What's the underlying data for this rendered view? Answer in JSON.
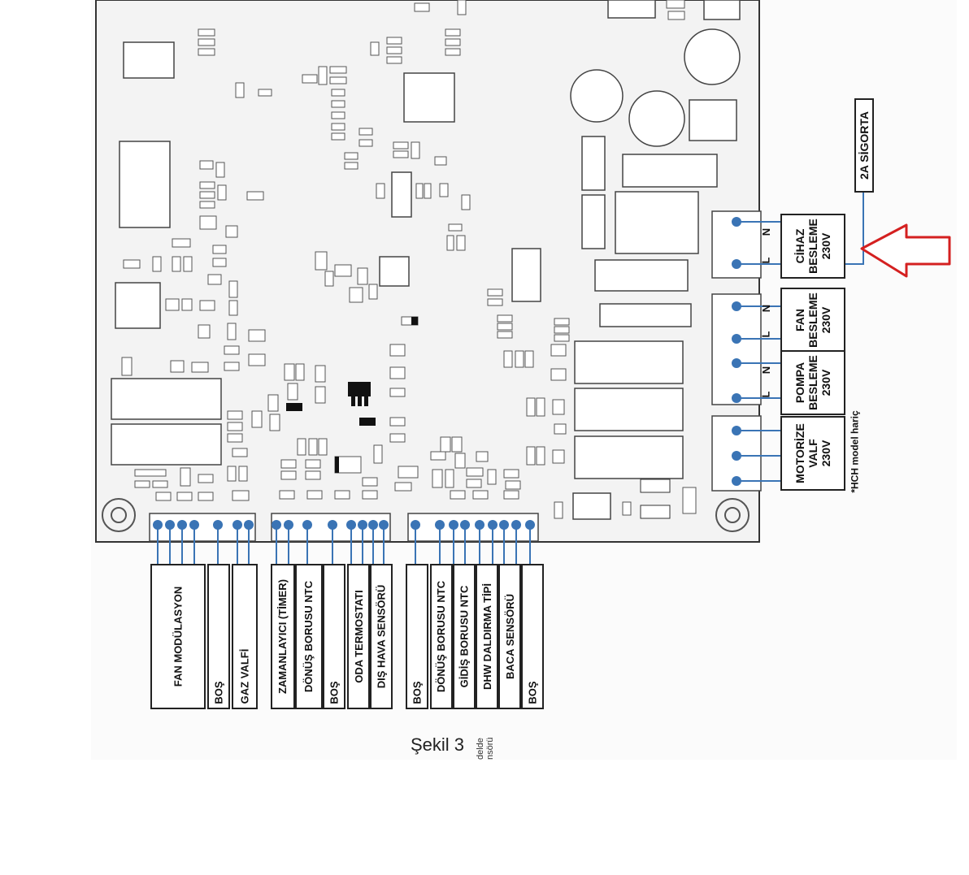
{
  "bottom_labels": [
    "FAN MODÜLASYON",
    "BOŞ",
    "GAZ VALFİ",
    "ZAMANLAYICI (TİMER)",
    "DÖNÜŞ BORUSU NTC",
    "BOŞ",
    "ODA TERMOSTATI",
    "DIŞ HAVA SENSÖRÜ",
    "BOŞ",
    "DÖNÜŞ BORUSU NTC",
    "GİDİŞ BORUSU NTC",
    "DHW DALDIRMA TİPİ",
    "BACA SENSÖRÜ",
    "BOŞ"
  ],
  "right_blocks": [
    {
      "line1": "CİHAZ",
      "line2": "BESLEME",
      "line3": "230V",
      "pins": [
        "N",
        "L"
      ]
    },
    {
      "line1": "FAN",
      "line2": "BESLEME",
      "line3": "230V",
      "pins": [
        "N",
        "L"
      ]
    },
    {
      "line1": "POMPA",
      "line2": "BESLEME",
      "line3": "230V",
      "pins": [
        "N",
        "L"
      ]
    },
    {
      "line1": "MOTORİZE",
      "line2": "VALF",
      "line3": "230V",
      "pins": []
    }
  ],
  "fuse_label": "2A SİGORTA",
  "note": "*HCH model hariç",
  "caption": "Şekil 3",
  "caption_small_1": "delde",
  "caption_small_2": "nsörü",
  "colors": {
    "wire": "#3a74b5",
    "arrow": "#d42020",
    "outline": "#222222",
    "board": "#f6f6f6"
  }
}
